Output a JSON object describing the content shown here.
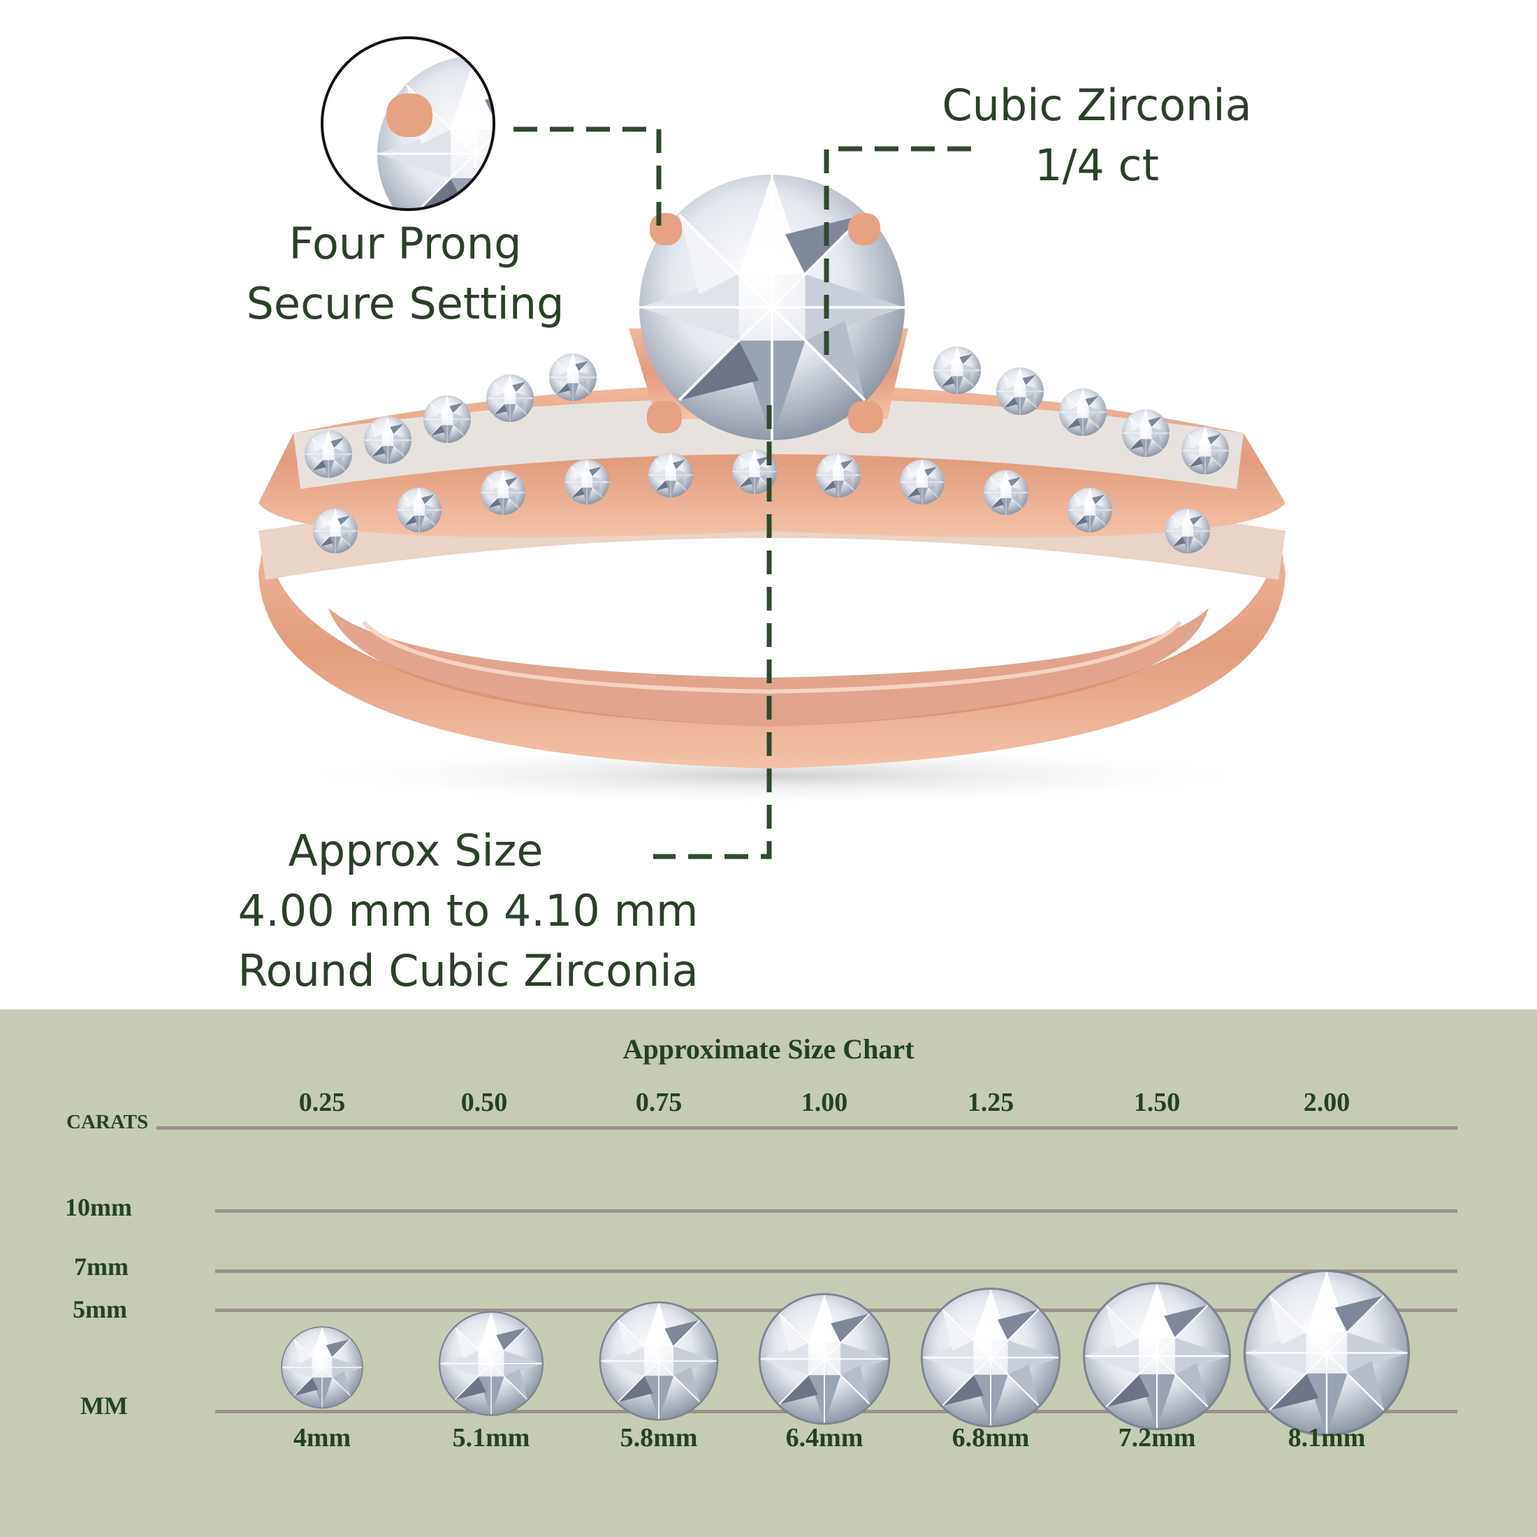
{
  "callouts": {
    "setting": [
      "Four Prong",
      "Secure Setting"
    ],
    "stone": [
      "Cubic Zirconia",
      "1/4 ct"
    ],
    "size": [
      "Approx Size",
      "4.00 mm to 4.10 mm",
      "Round Cubic Zirconia"
    ]
  },
  "colors": {
    "text_green": "#2b4028",
    "panel": "#c6cbb4",
    "rose_gold": "#e5a184",
    "rule": "#9a918d"
  },
  "chart": {
    "title": "Approximate Size Chart",
    "labels": {
      "carats": "CARATS",
      "mm": "MM",
      "ref_10": "10mm",
      "ref_7": "7mm",
      "ref_5": "5mm"
    },
    "items": [
      {
        "carat": "0.25",
        "mm_label": "4mm",
        "mm": 4.0
      },
      {
        "carat": "0.50",
        "mm_label": "5.1mm",
        "mm": 5.1
      },
      {
        "carat": "0.75",
        "mm_label": "5.8mm",
        "mm": 5.8
      },
      {
        "carat": "1.00",
        "mm_label": "6.4mm",
        "mm": 6.4
      },
      {
        "carat": "1.25",
        "mm_label": "6.8mm",
        "mm": 6.8
      },
      {
        "carat": "1.50",
        "mm_label": "7.2mm",
        "mm": 7.2
      },
      {
        "carat": "2.00",
        "mm_label": "8.1mm",
        "mm": 8.1
      }
    ]
  }
}
